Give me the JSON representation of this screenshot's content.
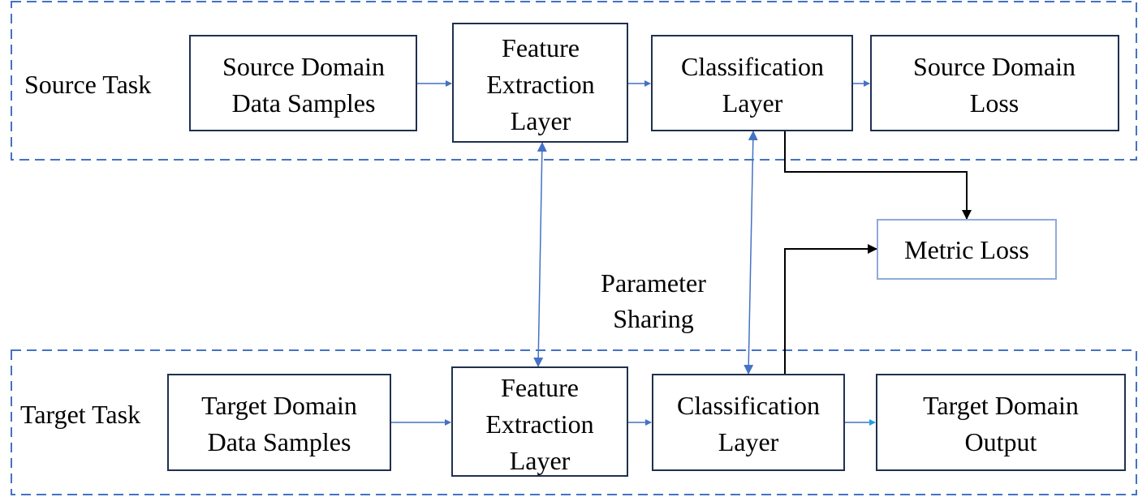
{
  "source_task": {
    "label": "Source Task",
    "boxes": [
      {
        "lines": [
          "Source Domain",
          "Data Samples"
        ]
      },
      {
        "lines": [
          "Feature",
          "Extraction",
          "Layer"
        ]
      },
      {
        "lines": [
          "Classification",
          "Layer"
        ]
      },
      {
        "lines": [
          "Source Domain",
          "Loss"
        ]
      }
    ]
  },
  "target_task": {
    "label": "Target Task",
    "boxes": [
      {
        "lines": [
          "Target Domain",
          "Data Samples"
        ]
      },
      {
        "lines": [
          "Feature",
          "Extraction",
          "Layer"
        ]
      },
      {
        "lines": [
          "Classification",
          "Layer"
        ]
      },
      {
        "lines": [
          "Target Domain",
          "Output"
        ]
      }
    ]
  },
  "metric_loss": "Metric Loss",
  "parameter_sharing": [
    "Parameter",
    "Sharing"
  ],
  "colors": {
    "dashed": "#4472c4",
    "box_border": "#1f3050",
    "metric_border": "#8faadc"
  }
}
